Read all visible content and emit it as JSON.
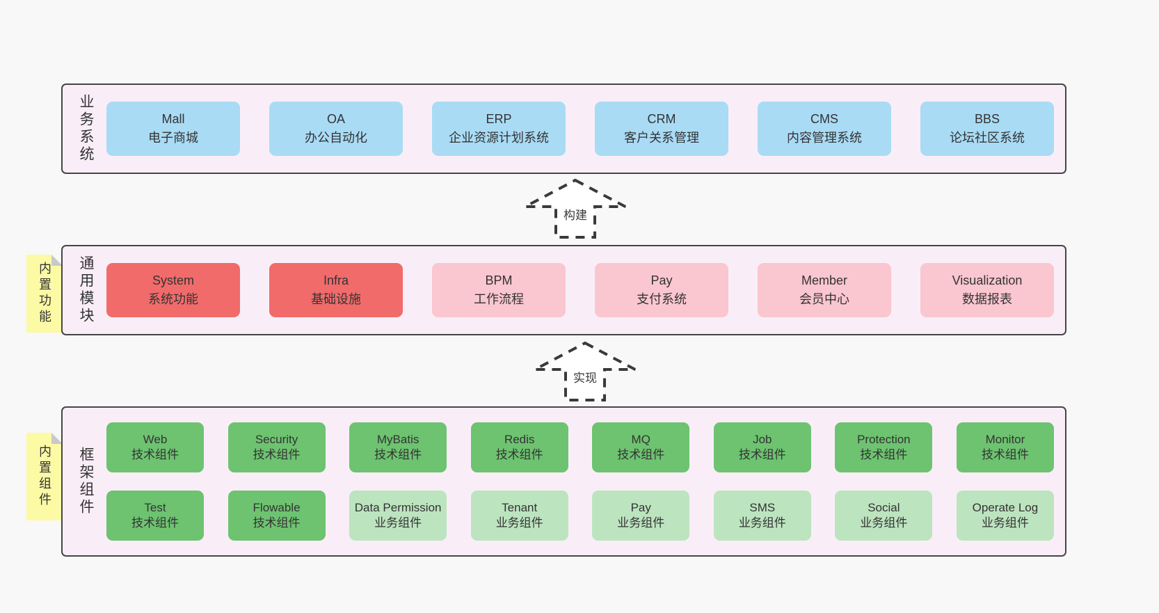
{
  "colors": {
    "page_bg": "#f8f8f8",
    "band_bg": "#f9eef7",
    "band_border": "#454545",
    "box_blue": "#a9dbf5",
    "box_red": "#f16b6b",
    "box_pink": "#fac6cf",
    "box_green": "#6dc370",
    "box_light_green": "#bce4bf",
    "note_yellow": "#fcfaa5",
    "note_fold_gray": "#c9c9c9",
    "text": "#333333"
  },
  "arrows": [
    {
      "label": "构建"
    },
    {
      "label": "实现"
    }
  ],
  "bands": [
    {
      "title": "业务系统",
      "boxes": [
        {
          "name": "Mall",
          "subtitle": "电子商城"
        },
        {
          "name": "OA",
          "subtitle": "办公自动化"
        },
        {
          "name": "ERP",
          "subtitle": "企业资源计划系统"
        },
        {
          "name": "CRM",
          "subtitle": "客户关系管理"
        },
        {
          "name": "CMS",
          "subtitle": "内容管理系统"
        },
        {
          "name": "BBS",
          "subtitle": "论坛社区系统"
        }
      ]
    },
    {
      "title": "通用模块",
      "note": "内置功能",
      "boxes": [
        {
          "name": "System",
          "subtitle": "系统功能"
        },
        {
          "name": "Infra",
          "subtitle": "基础设施"
        },
        {
          "name": "BPM",
          "subtitle": "工作流程"
        },
        {
          "name": "Pay",
          "subtitle": "支付系统"
        },
        {
          "name": "Member",
          "subtitle": "会员中心"
        },
        {
          "name": "Visualization",
          "subtitle": "数据报表"
        }
      ]
    },
    {
      "title": "框架组件",
      "note": "内置组件",
      "rows": [
        [
          {
            "name": "Web",
            "subtitle": "技术组件"
          },
          {
            "name": "Security",
            "subtitle": "技术组件"
          },
          {
            "name": "MyBatis",
            "subtitle": "技术组件"
          },
          {
            "name": "Redis",
            "subtitle": "技术组件"
          },
          {
            "name": "MQ",
            "subtitle": "技术组件"
          },
          {
            "name": "Job",
            "subtitle": "技术组件"
          },
          {
            "name": "Protection",
            "subtitle": "技术组件"
          },
          {
            "name": "Monitor",
            "subtitle": "技术组件"
          }
        ],
        [
          {
            "name": "Test",
            "subtitle": "技术组件"
          },
          {
            "name": "Flowable",
            "subtitle": "技术组件"
          },
          {
            "name": "Data Permission",
            "subtitle": "业务组件"
          },
          {
            "name": "Tenant",
            "subtitle": "业务组件"
          },
          {
            "name": "Pay",
            "subtitle": "业务组件"
          },
          {
            "name": "SMS",
            "subtitle": "业务组件"
          },
          {
            "name": "Social",
            "subtitle": "业务组件"
          },
          {
            "name": "Operate Log",
            "subtitle": "业务组件"
          }
        ]
      ]
    }
  ]
}
